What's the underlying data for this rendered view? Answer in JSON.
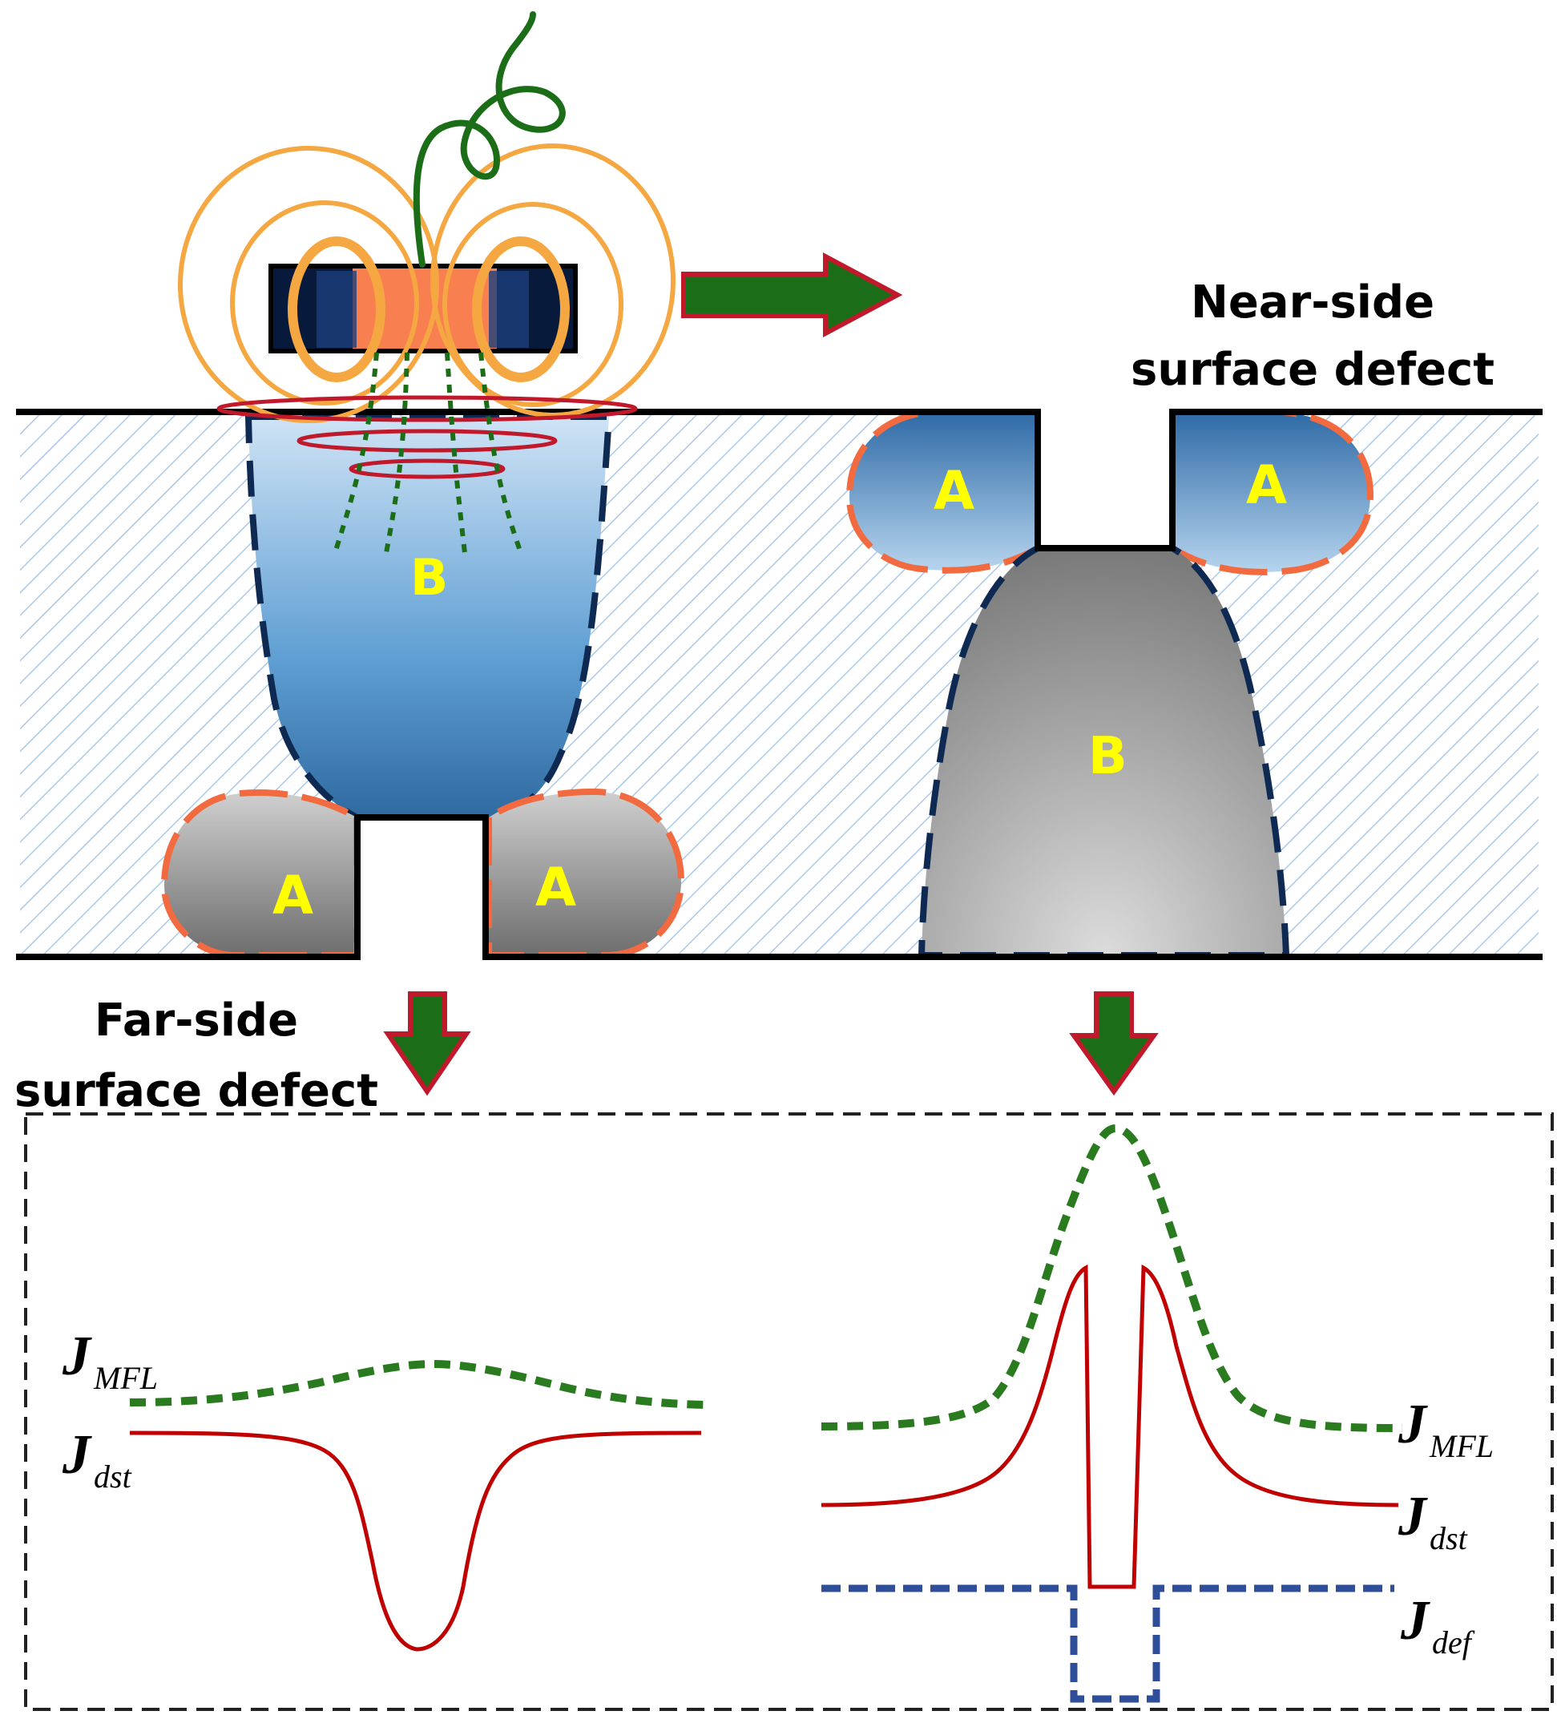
{
  "labels": {
    "near_side_line1": "Near-side",
    "near_side_line2": "surface defect",
    "far_side_line1": "Far-side",
    "far_side_line2": "surface defect",
    "zone_a": "A",
    "zone_b": "B",
    "j_symbol": "J",
    "sub_mfl": "MFL",
    "sub_dst": "dst",
    "sub_def": "def"
  },
  "colors": {
    "magnetic_field": "#f5a742",
    "eddy_current": "#c0192c",
    "excitation_wire": "#1b6e17",
    "arrow_fill": "#1b6e17",
    "arrow_border": "#c0192c",
    "zone_label": "#ffff00",
    "j_mfl_curve": "#2a7a1f",
    "j_dst_curve": "#c00000",
    "j_def_curve": "#2e4e9a",
    "probe_body": "#081a3c",
    "probe_core": "#f88050"
  }
}
